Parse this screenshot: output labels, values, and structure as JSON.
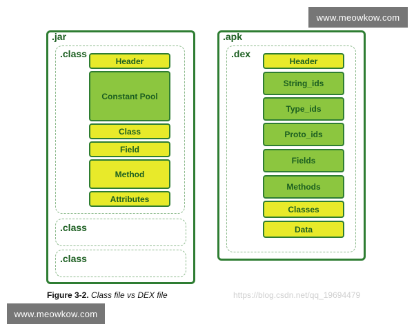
{
  "watermark": {
    "top_right": "www.meowkow.com",
    "bottom_left": "www.meowkow.com"
  },
  "jar": {
    "label": ".jar",
    "class_label": ".class",
    "boxes": [
      "Header",
      "Constant Pool",
      "Class",
      "Field",
      "Method",
      "Attributes"
    ],
    "extra_classes": [
      ".class",
      ".class"
    ]
  },
  "apk": {
    "label": ".apk",
    "dex_label": ".dex",
    "boxes": [
      "Header",
      "String_ids",
      "Type_ids",
      "Proto_ids",
      "Fields",
      "Methods",
      "Classes",
      "Data"
    ]
  },
  "caption": {
    "figure": "Figure 3-2.",
    "text": "Class file vs DEX file"
  },
  "source_url": "https://blog.csdn.net/qq_19694479",
  "colors": {
    "border": "#2e7d32",
    "yellow": "#e8ea2a",
    "green": "#8cc63f",
    "text": "#1b5e20"
  }
}
